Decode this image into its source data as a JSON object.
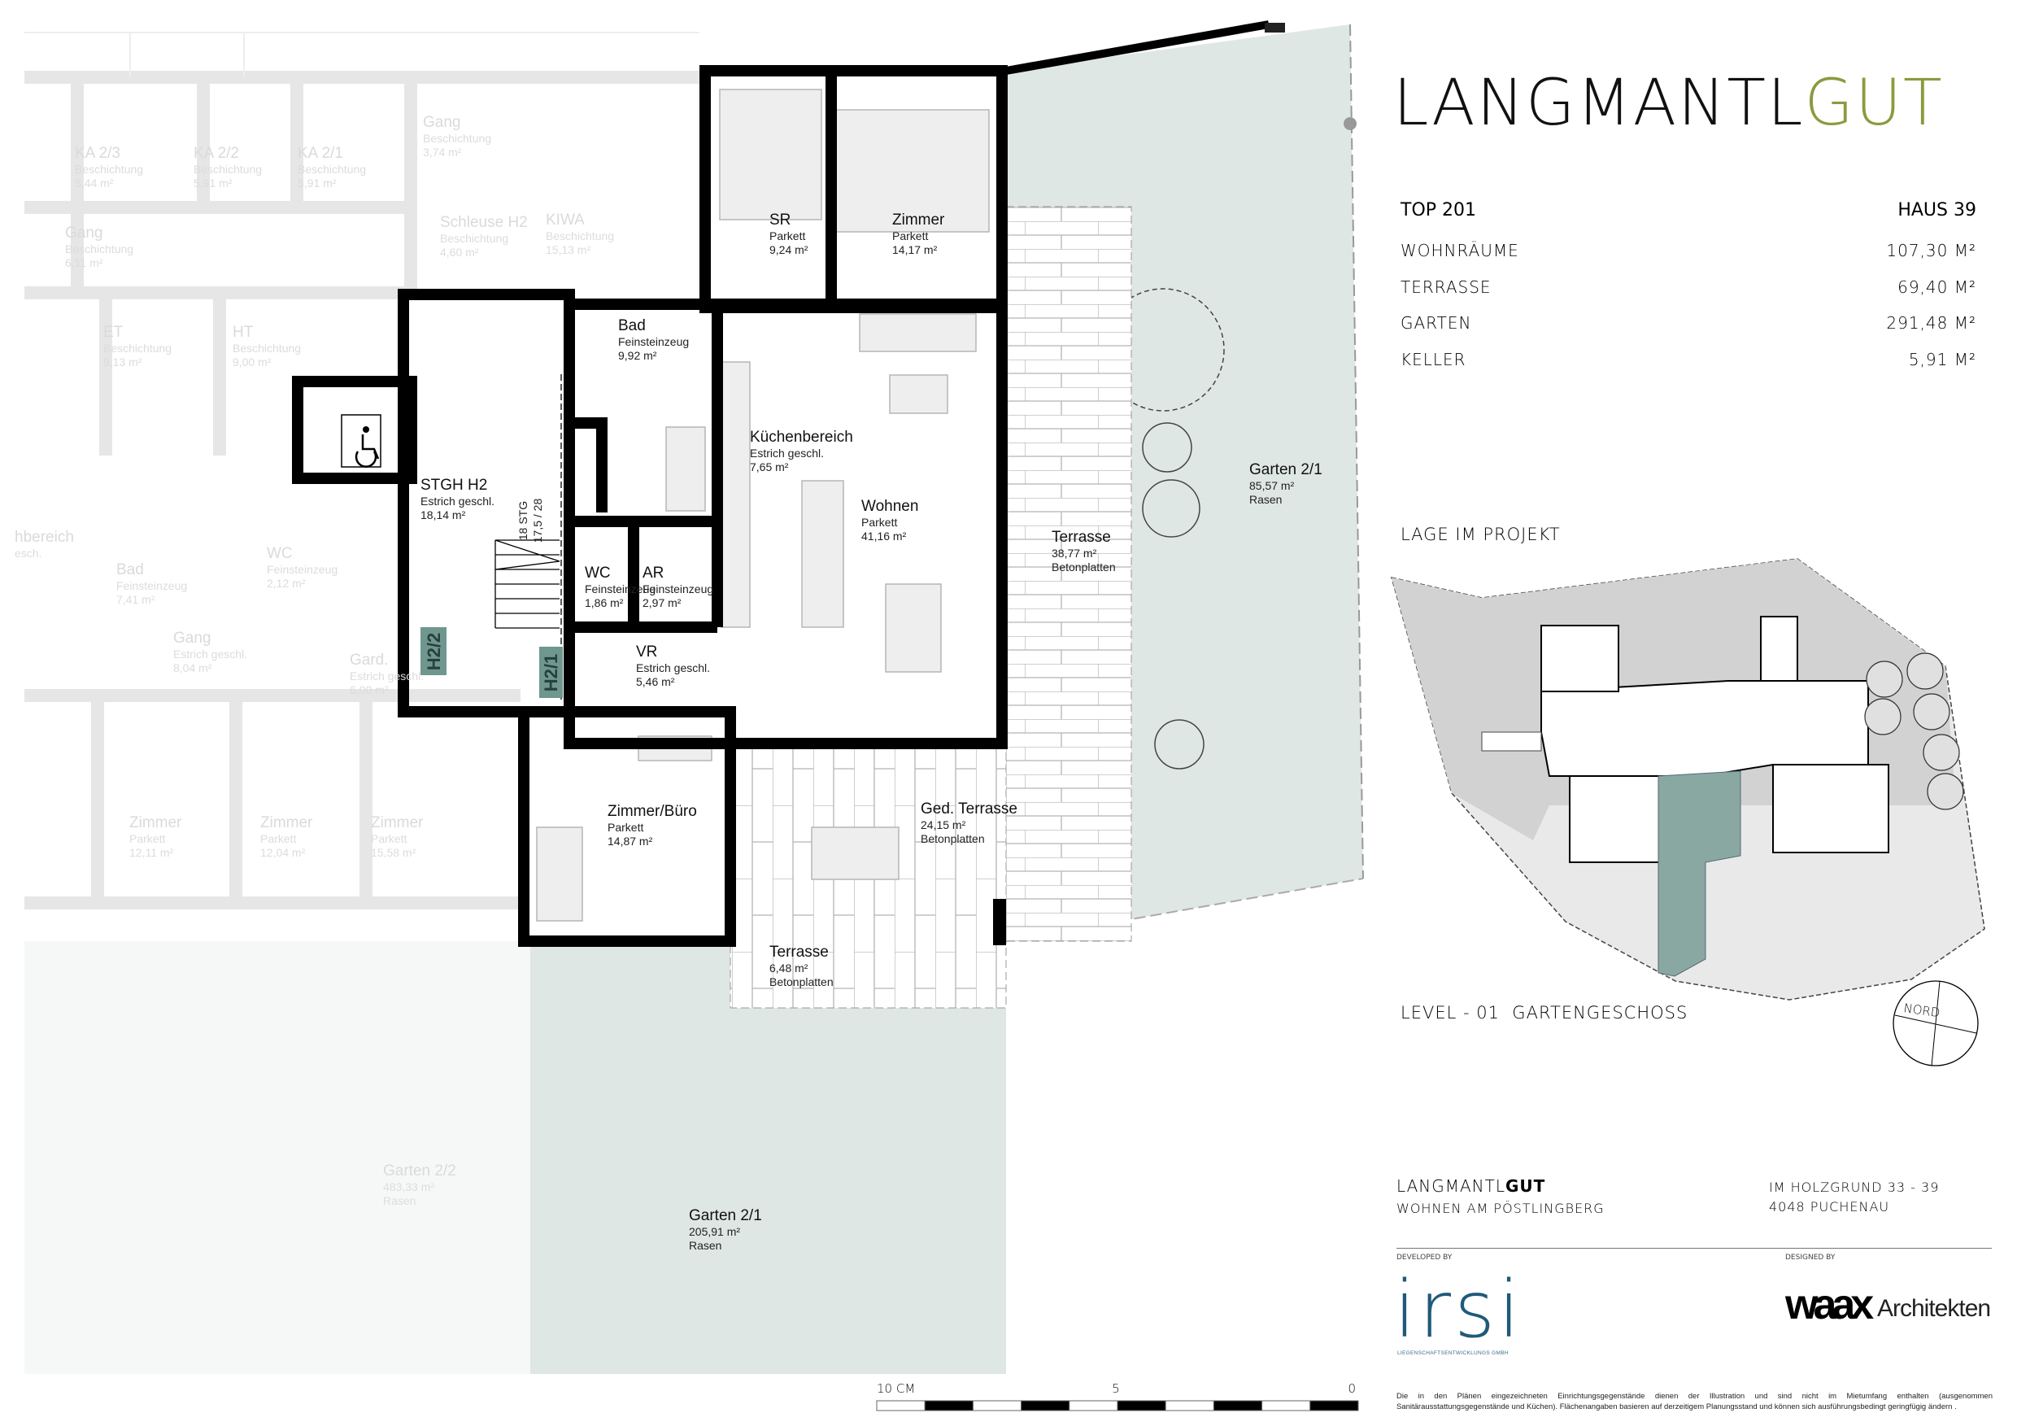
{
  "brand": {
    "logo_part1": "LANGMANTL",
    "logo_part2": "GUT",
    "accent": "#8b9a3e"
  },
  "unit": {
    "top": "TOP 201",
    "haus": "HAUS 39",
    "areas": [
      {
        "label": "WOHNRÄUME",
        "value": "107,30 M²"
      },
      {
        "label": "TERRASSE",
        "value": "69,40 M²"
      },
      {
        "label": "GARTEN",
        "value": "291,48 M²"
      },
      {
        "label": "KELLER",
        "value": "5,91 M²"
      }
    ]
  },
  "site": {
    "title": "LAGE IM PROJEKT",
    "level": "LEVEL - 01  GARTENGESCHOSS",
    "north": "NORD",
    "highlight": "#8aa8a2"
  },
  "rooms": [
    {
      "name": "SR",
      "material": "Parkett",
      "area": "9,24 m²"
    },
    {
      "name": "Zimmer",
      "material": "Parkett",
      "area": "14,17 m²"
    },
    {
      "name": "Bad",
      "material": "Feinsteinzeug",
      "area": "9,92 m²"
    },
    {
      "name": "STGH H2",
      "material": "Estrich geschl.",
      "area": "18,14 m²"
    },
    {
      "name": "Küchenbereich",
      "material": "Estrich geschl.",
      "area": "7,65 m²"
    },
    {
      "name": "Wohnen",
      "material": "Parkett",
      "area": "41,16 m²"
    },
    {
      "name": "WC",
      "material": "Feinsteinzeug",
      "area": "1,86 m²"
    },
    {
      "name": "AR",
      "material": "Feinsteinzeug",
      "area": "2,97 m²"
    },
    {
      "name": "VR",
      "material": "Estrich geschl.",
      "area": "5,46 m²"
    },
    {
      "name": "Zimmer/Büro",
      "material": "Parkett",
      "area": "14,87 m²"
    },
    {
      "name": "Ged. Terrasse",
      "material": "24,15 m²",
      "area": "Betonplatten"
    },
    {
      "name": "Terrasse",
      "material": "6,48 m²",
      "area": "Betonplatten"
    },
    {
      "name": "Terrasse",
      "material": "38,77 m²",
      "area": "Betonplatten"
    },
    {
      "name": "Garten 2/1",
      "material": "85,57 m²",
      "area": "Rasen"
    },
    {
      "name": "Garten 2/1",
      "material": "205,91 m²",
      "area": "Rasen"
    }
  ],
  "stair_note": {
    "line1": "18 STG",
    "line2": "17,5 / 28"
  },
  "stair_tags": [
    "H2/2",
    "H2/1"
  ],
  "neighbour_rooms": [
    {
      "name": "KA 2/3",
      "material": "Beschichtung",
      "area": "5,44 m²"
    },
    {
      "name": "KA 2/2",
      "material": "Beschichtung",
      "area": "5,91 m²"
    },
    {
      "name": "KA 2/1",
      "material": "Beschichtung",
      "area": "5,91 m²"
    },
    {
      "name": "Gang",
      "material": "Beschichtung",
      "area": "3,74 m²"
    },
    {
      "name": "Schleuse H2",
      "material": "Beschichtung",
      "area": "4,60 m²"
    },
    {
      "name": "KIWA",
      "material": "Beschichtung",
      "area": "15,13 m²"
    },
    {
      "name": "Gang",
      "material": "Beschichtung",
      "area": "6,11 m²"
    },
    {
      "name": "ET",
      "material": "Beschichtung",
      "area": "9,13 m²"
    },
    {
      "name": "HT",
      "material": "Beschichtung",
      "area": "9,00 m²"
    },
    {
      "name": "Bad",
      "material": "Feinsteinzeug",
      "area": "7,41 m²"
    },
    {
      "name": "WC",
      "material": "Feinsteinzeug",
      "area": "2,12 m²"
    },
    {
      "name": "Gang",
      "material": "Estrich geschl.",
      "area": "8,04 m²"
    },
    {
      "name": "Gard.",
      "material": "Estrich geschl.",
      "area": "6,00 m²"
    },
    {
      "name": "Zimmer",
      "material": "Parkett",
      "area": "12,11 m²"
    },
    {
      "name": "Zimmer",
      "material": "Parkett",
      "area": "12,04 m²"
    },
    {
      "name": "Zimmer",
      "material": "Parkett",
      "area": "15,58 m²"
    },
    {
      "name": "Garten 2/2",
      "material": "483,33 m²",
      "area": "Rasen"
    },
    {
      "name": "hbereich",
      "material": "esch.",
      "area": ""
    }
  ],
  "scale_bar": {
    "left": "10 CM",
    "mid": "5",
    "right": "0"
  },
  "footer": {
    "project_part1": "LANGMANTL",
    "project_part2": "GUT",
    "tagline": "WOHNEN AM PÖSTLINGBERG",
    "address1": "IM HOLZGRUND 33 - 39",
    "address2": "4048 PUCHENAU",
    "developed_by": "DEVELOPED BY",
    "designed_by": "DESIGNED BY",
    "developer_logo": "irsi",
    "developer_sub": "LIEGENSCHAFTSENTWICKLUNGS GMBH",
    "architect_logo": "waax",
    "architect_word": "Architekten",
    "disclaimer1": "Die in den Plänen eingezeichneten Einrichtungsgegenstände dienen der Illustration und sind nicht im Mietumfang enthalten (ausgenommen",
    "disclaimer2": "Sanitärausstattungsgegenstände und Küchen). Flächenangaben basieren auf derzeitigem Planungsstand und können sich ausführungsbedingt geringfügig ändern ."
  }
}
